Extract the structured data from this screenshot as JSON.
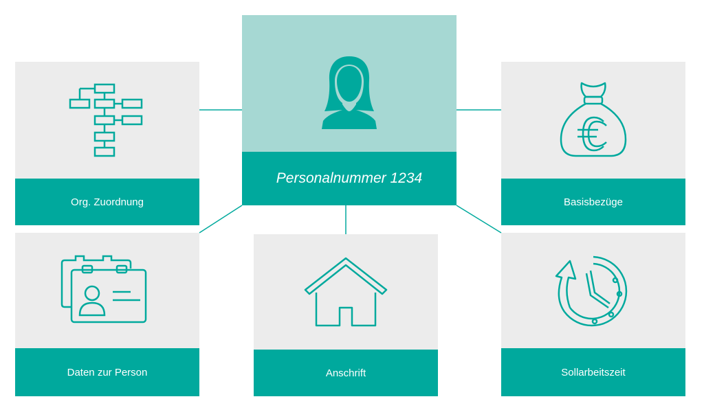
{
  "center": {
    "title": "Personalnummer 1234",
    "icon": "person-female-icon"
  },
  "cards": {
    "org": {
      "label": "Org. Zuordnung",
      "icon": "org-chart-icon"
    },
    "person": {
      "label": "Daten zur Person",
      "icon": "id-card-icon"
    },
    "address": {
      "label": "Anschrift",
      "icon": "house-icon"
    },
    "salary": {
      "label": "Basisbezüge",
      "icon": "money-bag-euro-icon"
    },
    "worktime": {
      "label": "Sollarbeitszeit",
      "icon": "clock-arrow-icon"
    }
  },
  "colors": {
    "accent": "#00a99d",
    "accent_light": "#a6d8d3",
    "card_bg": "#ececec"
  }
}
